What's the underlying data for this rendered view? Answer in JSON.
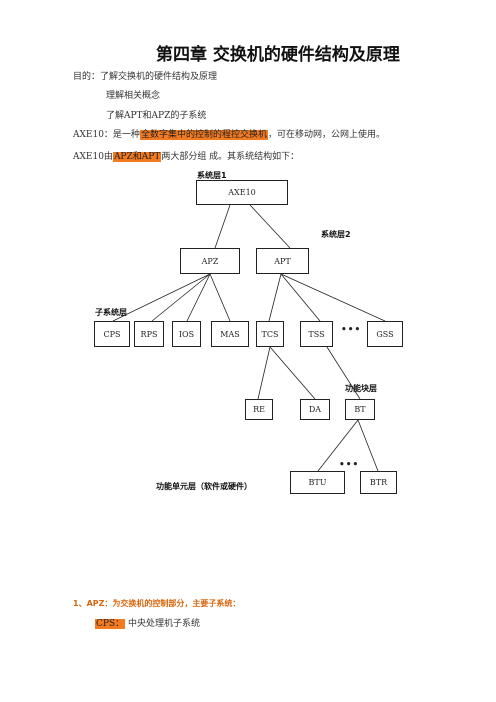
{
  "title": "第四章  交换机的硬件结构及原理",
  "intro": {
    "purpose": "目的：了解交换机的硬件结构及原理",
    "concepts": "理解相关概念",
    "subsystems": "了解APT和APZ的子系统",
    "axe_line": {
      "prefix": "AXE10：是一种",
      "highlight": "全数字集中的控制的程控交换机",
      "suffix": "，可在移动网，公网上使用。"
    },
    "structure_line": {
      "prefix": "AXE10由",
      "highlight": "APZ和APT",
      "suffix": "两大部分组 成。其系统结构如下："
    }
  },
  "diagram": {
    "labels": {
      "system_level_1": "系统层1",
      "system_level_2": "系统层2",
      "subsystem_level": "子系统层",
      "function_block_level": "功能块层",
      "function_unit_level": "功能单元层（软件或硬件）"
    },
    "nodes": {
      "axe10": "AXE10",
      "apz": "APZ",
      "apt": "APT",
      "cps": "CPS",
      "rps": "RPS",
      "ios": "IOS",
      "mas": "MAS",
      "tcs": "TCS",
      "tss": "TSS",
      "gss": "GSS",
      "re": "RE",
      "da": "DA",
      "bt": "BT",
      "btu": "BTU",
      "btr": "BTR"
    },
    "ellipsis": "•••"
  },
  "section1": {
    "heading": "1、APZ：为交换机的控制部分，主要子系统：",
    "item": {
      "highlight": "CPS：",
      "text": "  中央处理机子系统"
    }
  },
  "colors": {
    "highlight": "#f47a20",
    "section_heading": "#d8660e"
  }
}
